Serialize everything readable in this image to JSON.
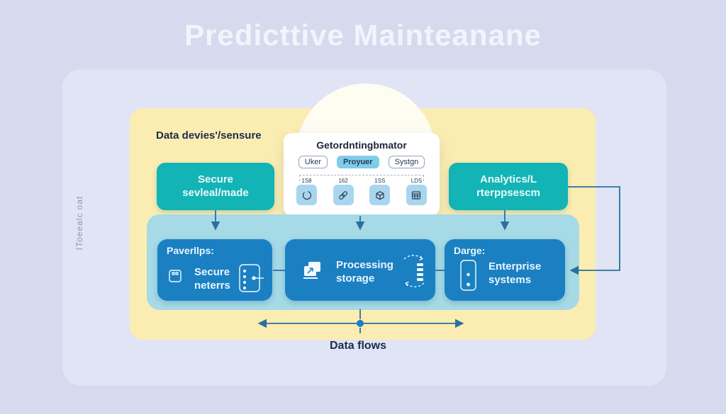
{
  "title": "Predicttive Mainteanane",
  "colors": {
    "bg": "#d6daee",
    "panel": "#e0e4f4",
    "yellow": "#fbedb2",
    "cloud": "#fffdf1",
    "teal": "#12b4b6",
    "lightblue": "#a5dae6",
    "blue": "#1a80c2",
    "arrow": "#2b6f9e",
    "navy": "#1c2b4a",
    "chip": "#a9d6ee",
    "tabactive": "#7fcdea",
    "side": "#9298ad"
  },
  "diagram": {
    "devices_label": "Data devies'/sensure",
    "side_label": "IToeealc oat",
    "data_flows_label": "Data flows",
    "secure_box": {
      "line1": "Secure",
      "line2": "sevleal/made"
    },
    "analytics_box": {
      "line1": "Analytics/L",
      "line2": "rterppsescm"
    },
    "coordinator_card": {
      "title": "Getordntingbmator",
      "tabs": [
        {
          "label": "Uker"
        },
        {
          "label": "Proyuer"
        },
        {
          "label": "Systgn"
        }
      ],
      "chips": [
        {
          "label": "1S8",
          "icon": "sync-icon"
        },
        {
          "label": "162",
          "icon": "link-icon"
        },
        {
          "label": "1SS",
          "icon": "box-icon"
        },
        {
          "label": "LDS",
          "icon": "grid-icon"
        }
      ]
    },
    "pipeline": {
      "box1": {
        "heading": "Paverllps:",
        "line1": "Secure",
        "line2": "neterrs"
      },
      "box2": {
        "line1": "Processing",
        "line2": "storage"
      },
      "box3": {
        "heading": "Darge:",
        "line1": "Enterprise",
        "line2": "systems"
      }
    }
  }
}
